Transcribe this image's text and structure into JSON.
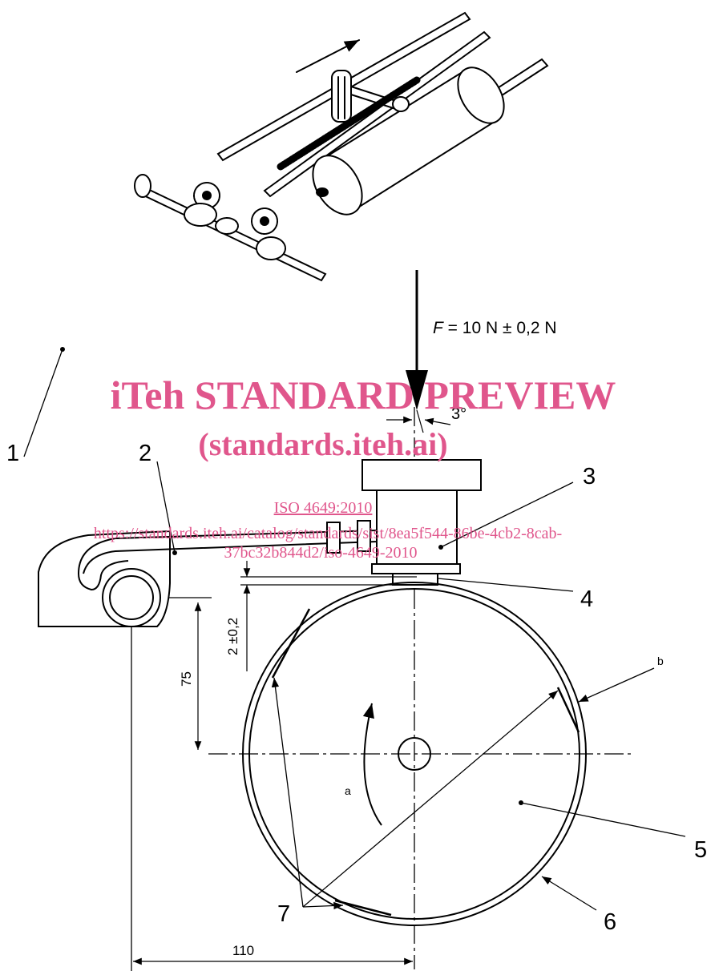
{
  "force_label": {
    "symbol": "F",
    "rest": " = 10 N ± 0,2 N"
  },
  "angle_label": "3°",
  "callouts": [
    "1",
    "2",
    "3",
    "4",
    "5",
    "6",
    "7"
  ],
  "note_a": "a",
  "note_b": "b",
  "dimensions": {
    "gap": "2 ±0,2",
    "vertical": "75",
    "horizontal": "110"
  },
  "watermark": {
    "title": "iTeh STANDARD PREVIEW",
    "subtitle": "(standards.iteh.ai)",
    "code": "ISO 4649:2010",
    "url_line1": "https://standards.iteh.ai/catalog/standards/sist/8ea5f544-86be-4cb2-8cab-",
    "url_line2": "37bc32b844d2/iso-4649-2010"
  },
  "colors": {
    "line": "#000000",
    "watermark": "#e0568c"
  }
}
